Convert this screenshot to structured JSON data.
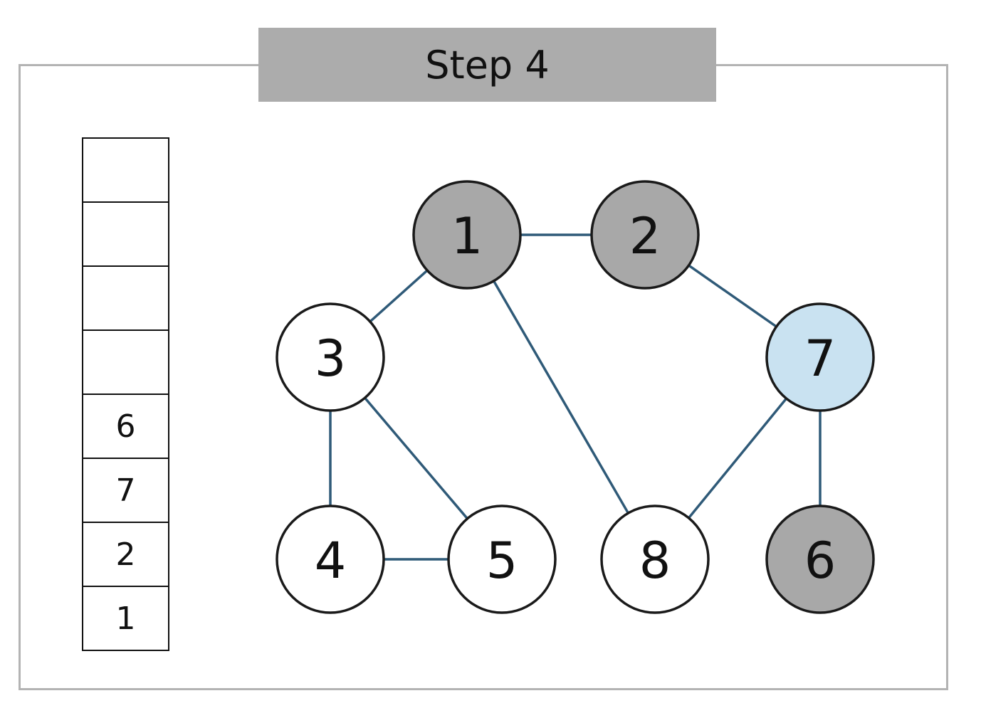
{
  "title": "Step 4",
  "stack": {
    "cells": [
      "",
      "",
      "",
      "",
      "6",
      "7",
      "2",
      "1"
    ]
  },
  "colors": {
    "visited": "#a8a8a8",
    "current": "#c9e2f1",
    "unvisited": "#ffffff",
    "edge": "#2f5a78",
    "frame": "#b3b3b3",
    "banner": "#acacac"
  },
  "graph": {
    "nodes": [
      {
        "id": "1",
        "label": "1",
        "state": "visited"
      },
      {
        "id": "2",
        "label": "2",
        "state": "visited"
      },
      {
        "id": "3",
        "label": "3",
        "state": "unvisited"
      },
      {
        "id": "7",
        "label": "7",
        "state": "current"
      },
      {
        "id": "4",
        "label": "4",
        "state": "unvisited"
      },
      {
        "id": "5",
        "label": "5",
        "state": "unvisited"
      },
      {
        "id": "8",
        "label": "8",
        "state": "unvisited"
      },
      {
        "id": "6",
        "label": "6",
        "state": "visited"
      }
    ],
    "edges": [
      [
        "1",
        "2"
      ],
      [
        "1",
        "3"
      ],
      [
        "1",
        "8"
      ],
      [
        "2",
        "7"
      ],
      [
        "3",
        "4"
      ],
      [
        "3",
        "5"
      ],
      [
        "4",
        "5"
      ],
      [
        "7",
        "8"
      ],
      [
        "7",
        "6"
      ]
    ]
  }
}
